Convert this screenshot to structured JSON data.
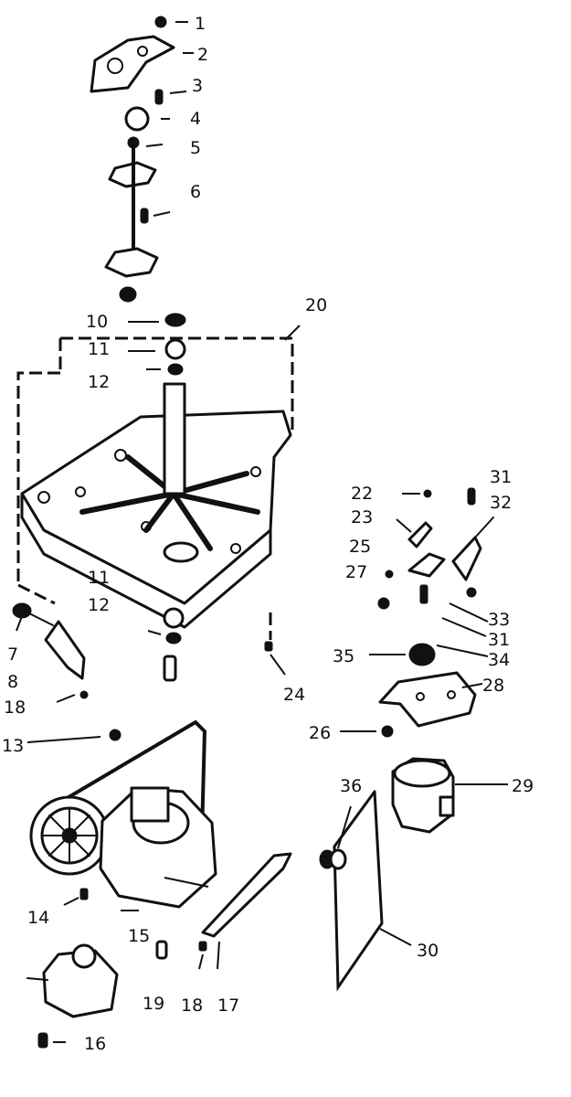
{
  "callouts": {
    "c1": "1",
    "c2": "2",
    "c3": "3",
    "c4": "4",
    "c5": "5",
    "c6": "6",
    "c7": "7",
    "c8": "8",
    "c10": "10",
    "c11a": "11",
    "c12a": "12",
    "c20": "20",
    "c11b": "11",
    "c12b": "12",
    "c18a": "18",
    "c24": "24",
    "c13": "13",
    "c22": "22",
    "c23": "23",
    "c25": "25",
    "c27": "27",
    "c31a": "31",
    "c32": "32",
    "c33": "33",
    "c31b": "31",
    "c34": "34",
    "c35": "35",
    "c28": "28",
    "c26": "26",
    "c36": "36",
    "c29": "29",
    "c30": "30",
    "c14": "14",
    "c15": "15",
    "c19": "19",
    "c18b": "18",
    "c17": "17",
    "c16": "16"
  }
}
